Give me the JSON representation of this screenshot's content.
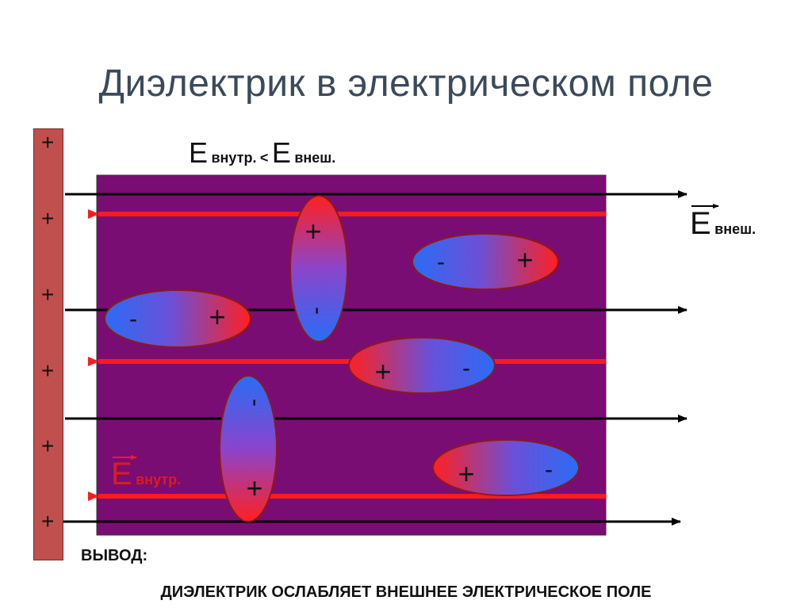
{
  "title": "Диэлектрик в электрическом поле",
  "plate": {
    "charges": [
      "+",
      "+",
      "+",
      "+",
      "+",
      "+"
    ]
  },
  "relation": {
    "e1": "E",
    "sub1": "внутр.",
    "op": "<",
    "e2": "E",
    "sub2": "внеш."
  },
  "external_field": {
    "symbol": "E",
    "subscript": "внеш."
  },
  "internal_field": {
    "symbol": "E",
    "subscript": "внутр."
  },
  "dipoles": [
    {
      "id": "dipole-horizontal-top-right",
      "left_sign": "-",
      "right_sign": "+"
    },
    {
      "id": "dipole-horizontal-left",
      "left_sign": "-",
      "right_sign": "+"
    },
    {
      "id": "dipole-vertical-top",
      "top_sign": "+",
      "bottom_sign": "-"
    },
    {
      "id": "dipole-horizontal-center",
      "left_sign": "+",
      "right_sign": "-"
    },
    {
      "id": "dipole-vertical-bottom",
      "top_sign": "-",
      "bottom_sign": "+"
    },
    {
      "id": "dipole-horizontal-bottom-right",
      "left_sign": "+",
      "right_sign": "-"
    }
  ],
  "conclusion": {
    "heading": "ВЫВОД:",
    "text": "ДИЭЛЕКТРИК ОСЛАБЛЯЕТ ВНЕШНЕЕ ЭЛЕКТРИЧЕСКОЕ ПОЛЕ"
  },
  "colors": {
    "dielectric": "#7a0d73",
    "plate": "#c0504d",
    "field_line_external": "#000000",
    "field_line_internal": "#ff1a1a",
    "dipole_positive": "#ff2020",
    "dipole_negative": "#2a6cf5"
  }
}
